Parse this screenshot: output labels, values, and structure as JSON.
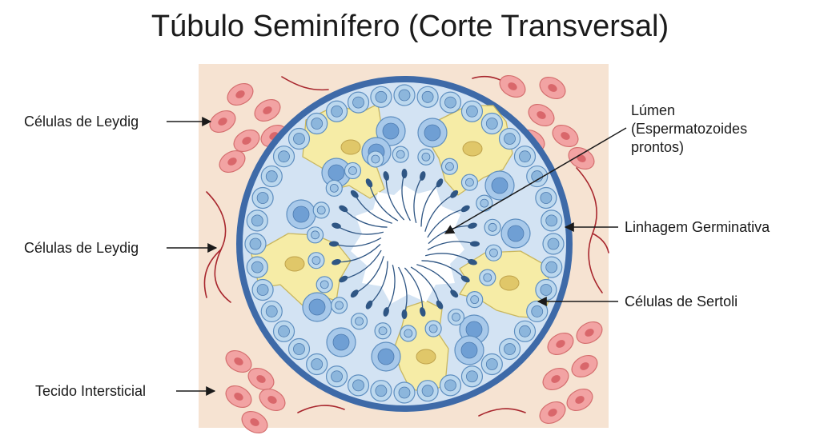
{
  "title": "Túbulo Seminífero (Corte Transversal)",
  "labels": {
    "leydig_top": "Células de Leydig",
    "leydig_mid": "Células de Leydig",
    "interstitial": "Tecido Intersticial",
    "lumen_line1": "Lúmen",
    "lumen_line2": "(Espermatozoides",
    "lumen_line3": "prontos)",
    "germinal": "Linhagem Germinativa",
    "sertoli": "Células de Sertoli"
  },
  "colors": {
    "interstitium": "#f6e3d2",
    "membrane": "#3e6aa8",
    "tubule_fill": "#d3e3f3",
    "lumen": "#ffffff",
    "germ_cell": "#bcd8ee",
    "spermatocyte": "#6f9fd4",
    "sertoli": "#f6eca6",
    "leydig": "#f2a3a3",
    "vessel": "#a8262d",
    "sperm": "#2f5684"
  }
}
